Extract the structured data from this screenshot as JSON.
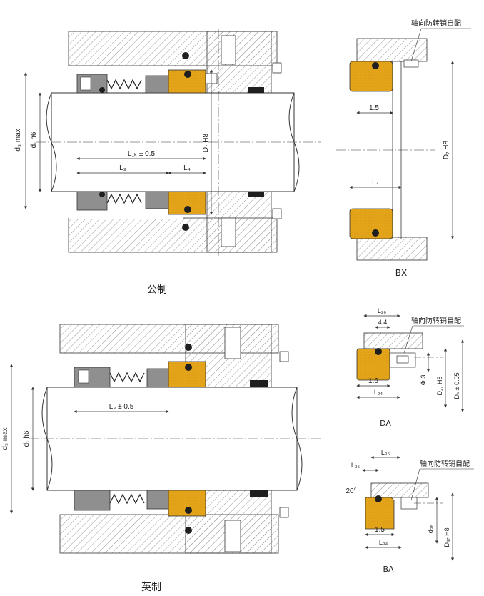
{
  "colors": {
    "seal_gold": "#E3A41A",
    "line": "#333333",
    "hatch": "#9a9a9a",
    "ring_gray": "#8f8f8f",
    "oring": "#1f1f1f"
  },
  "top": {
    "caption": "公制",
    "labels": {
      "d3": "d₃ max",
      "d1": "d₁ h6",
      "l1k": "L₁ₖ ± 0.5",
      "l3": "L₃",
      "l4": "L₄",
      "d7": "D₇ H8"
    }
  },
  "bx": {
    "caption": "BX",
    "pin_note": "轴向防转销自配",
    "dim_15": "1.5",
    "l4": "L₄",
    "d7": "D₇ H8"
  },
  "bottom": {
    "caption": "英制",
    "labels": {
      "d3": "d₃ max",
      "d1": "d₁ h6",
      "l3": "L₃ ± 0.5"
    }
  },
  "da": {
    "caption": "DA",
    "pin_note": "轴向防转销自配",
    "l26": "L₂₆",
    "dim_44": "4.4",
    "dim_16": "1.6",
    "l24": "L₂₄",
    "phi3": "Φ 3",
    "d27": "D₂₇ H8",
    "ds": "Dₛ ± 0.05"
  },
  "ba": {
    "caption": "BA",
    "pin_note": "轴向防转销自配",
    "l35": "L₃₅",
    "l36": "L₃₆",
    "angle": "20°",
    "dim_15": "1.5",
    "l34": "L₃₄",
    "d38": "d₃₈",
    "d37": "D₃₇ H8"
  }
}
